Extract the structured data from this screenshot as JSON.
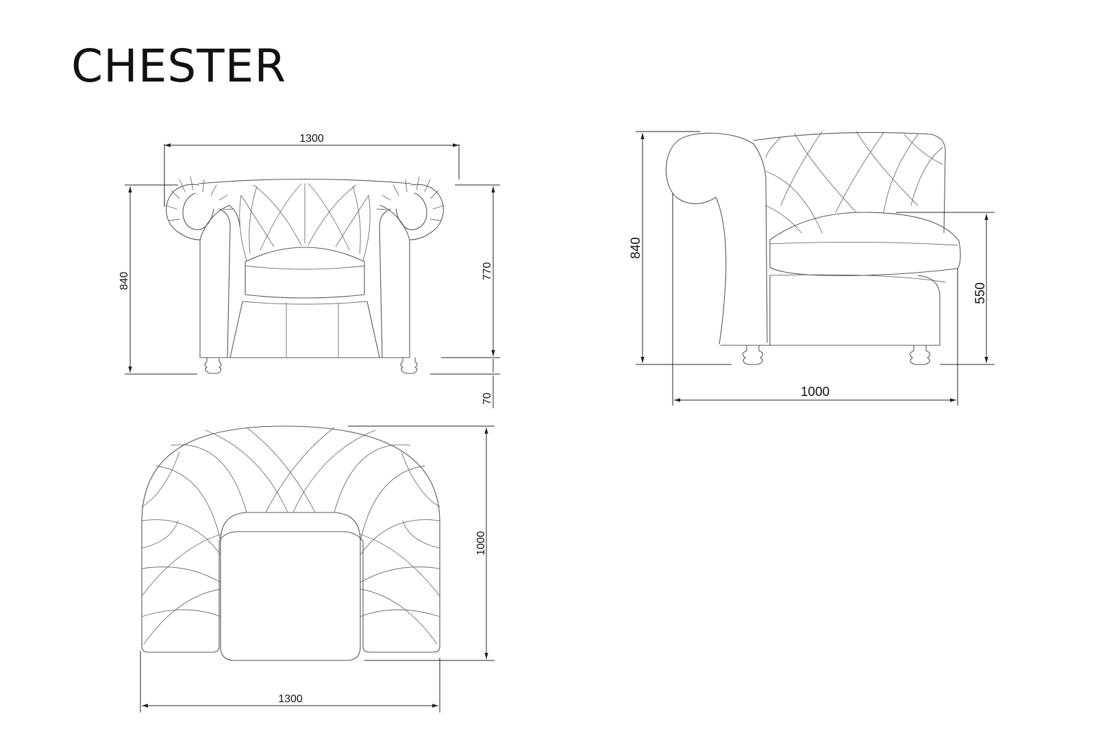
{
  "title": "CHESTER",
  "dimensions": {
    "front_width": "1300",
    "front_height": "840",
    "front_back_height": "770",
    "front_leg_height": "70",
    "side_height": "840",
    "side_seat_height": "550",
    "side_depth": "1000",
    "top_depth": "1000",
    "top_width": "1300"
  },
  "colors": {
    "line": "#555555",
    "dimension": "#222222",
    "text": "#111111",
    "background": "#ffffff"
  }
}
